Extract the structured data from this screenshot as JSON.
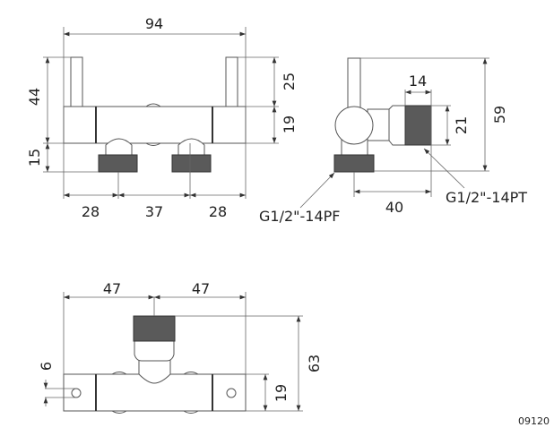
{
  "drawing_number": "09120",
  "front_view": {
    "overall_width": "94",
    "total_height": "44",
    "outlet_height": "15",
    "left_offset": "28",
    "outlet_spacing": "37",
    "right_offset": "28",
    "post_height": "25",
    "body_height": "19"
  },
  "side_view": {
    "thread_length": "14",
    "thread_diameter": "21",
    "overall_height": "59",
    "depth": "40",
    "inlet_thread_label": "G1/2\"-14PF",
    "outlet_thread_label": "G1/2\"-14PT"
  },
  "bottom_view": {
    "left_half": "47",
    "right_half": "47",
    "overall_height": "63",
    "body_height": "19",
    "hole_diameter": "6"
  }
}
